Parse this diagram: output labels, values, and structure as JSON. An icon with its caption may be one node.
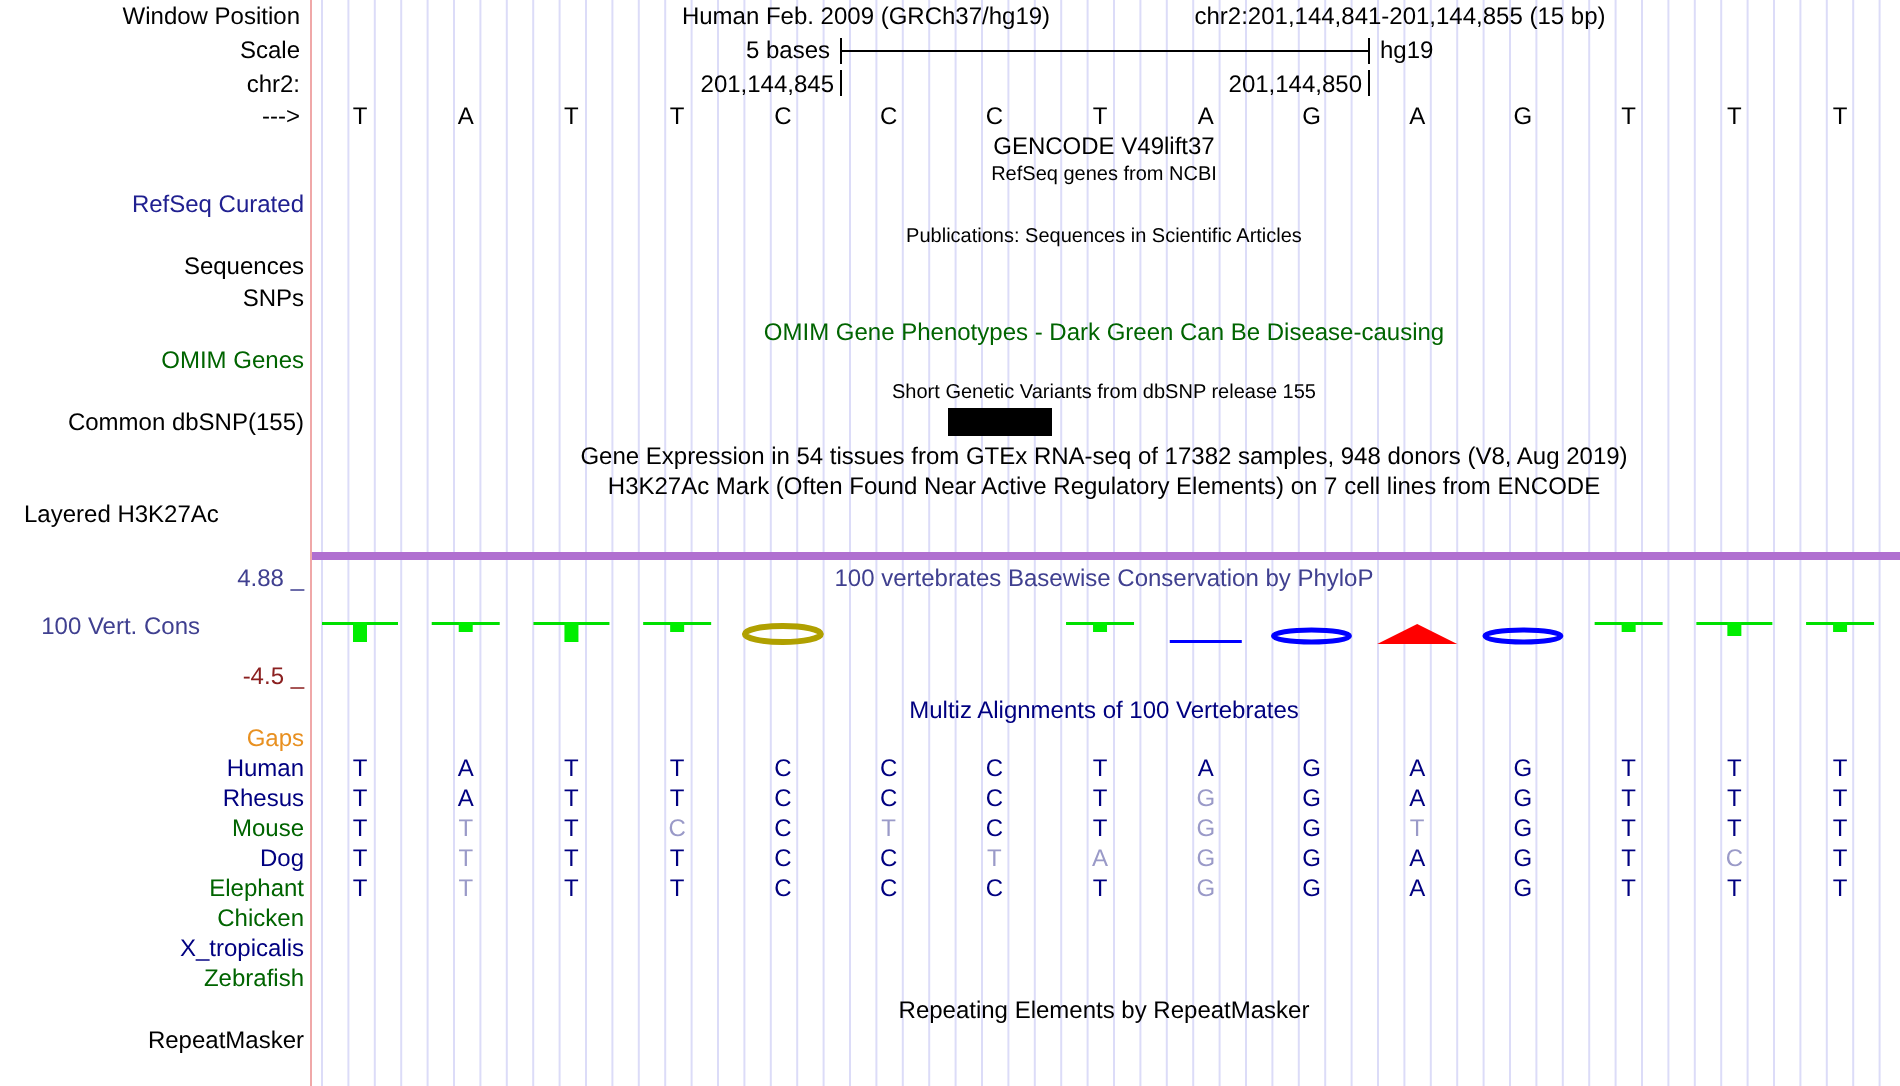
{
  "diagram": {
    "labels": [
      "Window Position",
      "Human Feb. 2009 (GRCh37/hg19)",
      "chr2:201,144,841-201,144,855 (15 bp)",
      "Scale",
      "5 bases",
      "hg19",
      "chr2:",
      "201,144,845",
      "201,144,850",
      "--->",
      "T",
      "A",
      "T",
      "T",
      "C",
      "C",
      "C",
      "T",
      "A",
      "G",
      "A",
      "G",
      "T",
      "T",
      "T",
      "GENCODE V49lift37",
      "RefSeq genes from NCBI",
      "RefSeq Curated",
      "Publications: Sequences in Scientific Articles",
      "Sequences",
      "SNPs",
      "OMIM Gene Phenotypes - Dark Green Can Be Disease-causing",
      "OMIM Genes",
      "Short Genetic Variants from dbSNP release 155",
      "Common dbSNP(155)",
      "Gene Expression in 54 tissues from GTEx RNA-seq of 17382 samples, 948 donors (V8, Aug 2019)",
      "H3K27Ac Mark (Often Found Near Active Regulatory Elements) on 7 cell lines from ENCODE",
      "Layered H3K27Ac",
      "4.88 _",
      "100 vertebrates Basewise Conservation by PhyloP",
      "100 Vert. Cons",
      "-4.5 _",
      "Multiz Alignments of 100 Vertebrates",
      "Gaps",
      "Human",
      "T",
      "A",
      "T",
      "T",
      "C",
      "C",
      "C",
      "T",
      "A",
      "G",
      "A",
      "G",
      "T",
      "T",
      "T",
      "Rhesus",
      "T",
      "A",
      "T",
      "T",
      "C",
      "C",
      "C",
      "T",
      "G",
      "G",
      "A",
      "G",
      "T",
      "T",
      "T",
      "Mouse",
      "T",
      "T",
      "T",
      "C",
      "C",
      "T",
      "C",
      "T",
      "G",
      "G",
      "T",
      "G",
      "T",
      "T",
      "T",
      "Dog",
      "T",
      "T",
      "T",
      "T",
      "C",
      "C",
      "T",
      "A",
      "G",
      "G",
      "A",
      "G",
      "T",
      "C",
      "T",
      "Elephant",
      "T",
      "T",
      "T",
      "T",
      "C",
      "C",
      "C",
      "T",
      "G",
      "G",
      "A",
      "G",
      "T",
      "T",
      "T",
      "Chicken",
      "X_tropicalis",
      "Zebrafish",
      "Repeating Elements by RepeatMasker",
      "RepeatMasker"
    ]
  }
}
